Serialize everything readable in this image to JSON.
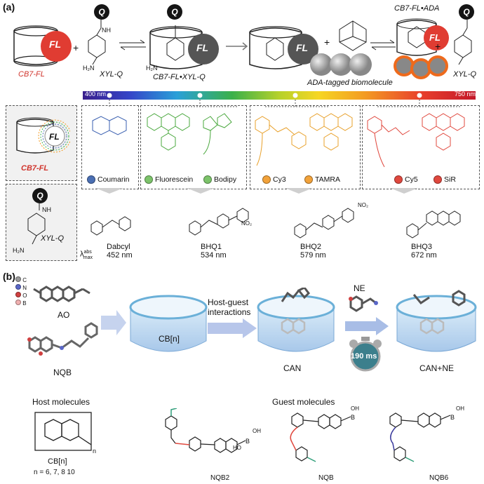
{
  "panel_a": {
    "tag": "(a)",
    "cb7fl": "CB7-FL",
    "fl": "FL",
    "plus": "+",
    "xylq": "XYL-Q",
    "q": "Q",
    "nh": "NH",
    "h2n": "H₂N",
    "complex": "CB7-FL•XYL-Q",
    "ada_complex": "CB7-FL•ADA",
    "ada_bio": "ADA-tagged biomolecule",
    "spectrum_start": "400 nm",
    "spectrum_end": "750 nm",
    "dyes": [
      {
        "name": "Coumarin",
        "color": "#4a6fb3"
      },
      {
        "name": "Fluorescein",
        "color": "#7cc36a"
      },
      {
        "name": "Bodipy",
        "color": "#7cc36a"
      },
      {
        "name": "Cy3",
        "color": "#f2a23a"
      },
      {
        "name": "TAMRA",
        "color": "#f2a23a"
      },
      {
        "name": "Cy5",
        "color": "#e0483e"
      },
      {
        "name": "SiR",
        "color": "#e0483e"
      }
    ],
    "lambda_label": "λ",
    "lambda_sup": "abs",
    "lambda_sub": "max",
    "quenchers": [
      {
        "name": "Dabcyl",
        "wl": "452 nm"
      },
      {
        "name": "BHQ1",
        "wl": "534 nm"
      },
      {
        "name": "BHQ2",
        "wl": "579 nm"
      },
      {
        "name": "BHQ3",
        "wl": "672 nm"
      }
    ],
    "no2": "NO₂"
  },
  "panel_b": {
    "tag": "(b)",
    "legend": [
      "C",
      "N",
      "O",
      "B"
    ],
    "legend_colors": [
      "#9a9a9a",
      "#5a67c8",
      "#d04040",
      "#f0b0b0"
    ],
    "ao": "AO",
    "nqb": "NQB",
    "cbn": "CB[n]",
    "hg1": "Host-guest",
    "hg2": "interactions",
    "can": "CAN",
    "ne": "NE",
    "timer": "190 ms",
    "can_ne": "CAN+NE",
    "host_title": "Host molecules",
    "guest_title": "Guest molecules",
    "cbn_struct": "CB[n]",
    "n_values": "n = 6, 7, 8 10",
    "guests": [
      "NQB2",
      "NQB",
      "NQB6"
    ],
    "h": "H",
    "n": "N",
    "o": "O",
    "b": "B",
    "oh": "OH",
    "ho": "HO",
    "sub_n": "n"
  }
}
